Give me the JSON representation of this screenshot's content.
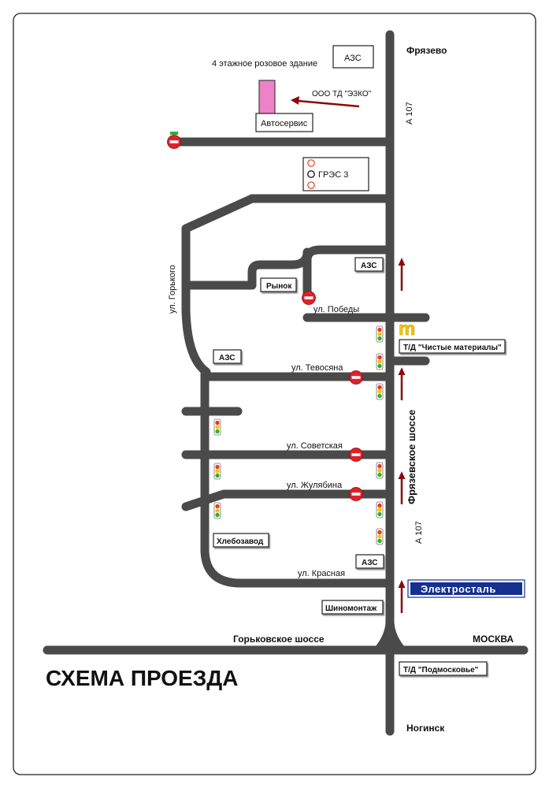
{
  "places": {
    "north": "Фрязево",
    "south": "Ногинск",
    "moscow": "МОСКВА"
  },
  "roads": {
    "a107_top": "А 107",
    "a107_bottom": "А 107",
    "fryazevskoe": "Фрязевское шоссе",
    "gorkovskoe": "Горьковское шоссе",
    "gorkogo": "ул. Горького",
    "pobedy": "ул. Победы",
    "tevosyana": "ул. Тевосяна",
    "sovetskaya": "ул. Советская",
    "zhulyabina": "ул. Жулябина",
    "krasnaya": "ул. Красная"
  },
  "landmarks": {
    "pink_building": "4 этажное розовое здание",
    "azs": "АЗС",
    "ezko": "ООО ТД \"ЭЗКО\"",
    "autoservice": "Автосервис",
    "gres": "ГРЭС  3",
    "rynok": "Рынок",
    "chistye": "Т/Д \"Чистые материалы\"",
    "hlebozavod": "Хлебозавод",
    "shinomontazh": "Шиномонтаж",
    "elektrostal": "Электросталь",
    "podmoskovye": "Т/Д \"Подмосковье\"",
    "mcdonalds_logo": "m"
  },
  "title": "СХЕМА ПРОЕЗДА",
  "colors": {
    "road": "#4a4a4a",
    "arrow": "#8b0a0a",
    "no_entry": "#e0202a",
    "pink_building": "#ee82c8",
    "elektrostal_bg": "#16308f",
    "mcdonalds": "#f2c500"
  }
}
